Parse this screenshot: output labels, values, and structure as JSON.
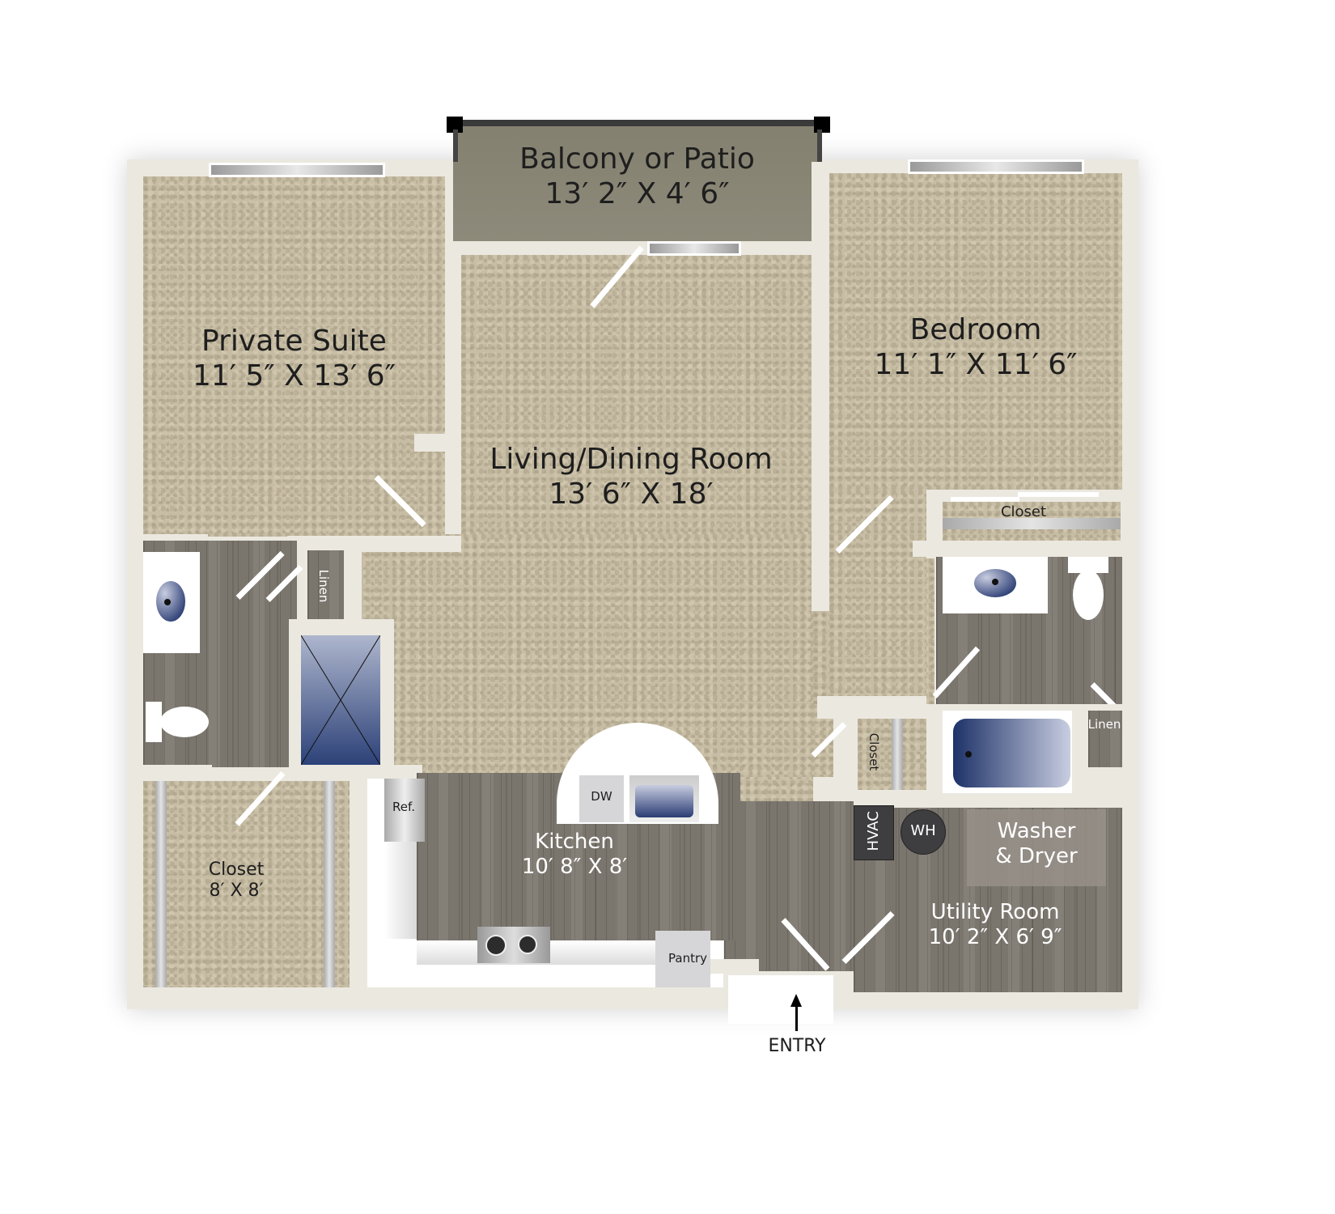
{
  "floorplan": {
    "rooms": [
      {
        "id": "balcony",
        "name": "Balcony or Patio",
        "dims": "13′ 2″ X 4′ 6″"
      },
      {
        "id": "private_suite",
        "name": "Private Suite",
        "dims": "11′ 5″ X 13′ 6″"
      },
      {
        "id": "living",
        "name": "Living/Dining Room",
        "dims": "13′ 6″ X 18′"
      },
      {
        "id": "bedroom",
        "name": "Bedroom",
        "dims": "11′ 1″ X 11′ 6″"
      },
      {
        "id": "kitchen",
        "name": "Kitchen",
        "dims": "10′ 8″ X 8′"
      },
      {
        "id": "suite_closet",
        "name": "Closet",
        "dims": "8′ X 8′"
      },
      {
        "id": "utility",
        "name": "Utility Room",
        "dims": "10′ 2″ X 6′ 9″"
      }
    ],
    "fixtures": {
      "linen_left": "Linen",
      "linen_right": "Linen",
      "bedroom_closet": "Closet",
      "hall_closet": "Closet",
      "dishwasher": "DW",
      "refrigerator": "Ref.",
      "pantry": "Pantry",
      "hvac": "HVAC",
      "water_heater": "WH",
      "washer_dryer_line1": "Washer",
      "washer_dryer_line2": "& Dryer"
    },
    "entry_label": "ENTRY",
    "colors": {
      "wall": "#ebe8e0",
      "carpet": "#c7bda4",
      "wood": "#7a756d",
      "patio": "#8a8677",
      "fixture_blue": "#2a3c73",
      "appliance_dark": "#3e3e40"
    }
  }
}
